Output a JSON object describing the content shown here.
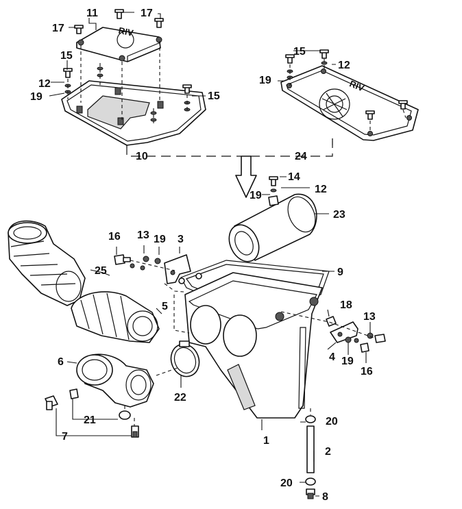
{
  "diagram": {
    "lid_logo_text": "RIV",
    "callouts": [
      {
        "id": "c1",
        "text": "1"
      },
      {
        "id": "c2",
        "text": "2"
      },
      {
        "id": "c3",
        "text": "3"
      },
      {
        "id": "c4",
        "text": "4"
      },
      {
        "id": "c5",
        "text": "5"
      },
      {
        "id": "c6",
        "text": "6"
      },
      {
        "id": "c7",
        "text": "7"
      },
      {
        "id": "c8",
        "text": "8"
      },
      {
        "id": "c9",
        "text": "9"
      },
      {
        "id": "c10",
        "text": "10"
      },
      {
        "id": "c11",
        "text": "11"
      },
      {
        "id": "c12a",
        "text": "12"
      },
      {
        "id": "c12b",
        "text": "12"
      },
      {
        "id": "c12c",
        "text": "12"
      },
      {
        "id": "c13a",
        "text": "13"
      },
      {
        "id": "c13b",
        "text": "13"
      },
      {
        "id": "c14",
        "text": "14"
      },
      {
        "id": "c15a",
        "text": "15"
      },
      {
        "id": "c15b",
        "text": "15"
      },
      {
        "id": "c15c",
        "text": "15"
      },
      {
        "id": "c16a",
        "text": "16"
      },
      {
        "id": "c16b",
        "text": "16"
      },
      {
        "id": "c17a",
        "text": "17"
      },
      {
        "id": "c17b",
        "text": "17"
      },
      {
        "id": "c18",
        "text": "18"
      },
      {
        "id": "c19a",
        "text": "19"
      },
      {
        "id": "c19b",
        "text": "19"
      },
      {
        "id": "c19c",
        "text": "19"
      },
      {
        "id": "c19d",
        "text": "19"
      },
      {
        "id": "c19e",
        "text": "19"
      },
      {
        "id": "c20a",
        "text": "20"
      },
      {
        "id": "c20b",
        "text": "20"
      },
      {
        "id": "c21",
        "text": "21"
      },
      {
        "id": "c22",
        "text": "22"
      },
      {
        "id": "c23",
        "text": "23"
      },
      {
        "id": "c24",
        "text": "24"
      },
      {
        "id": "c25",
        "text": "25"
      }
    ]
  }
}
